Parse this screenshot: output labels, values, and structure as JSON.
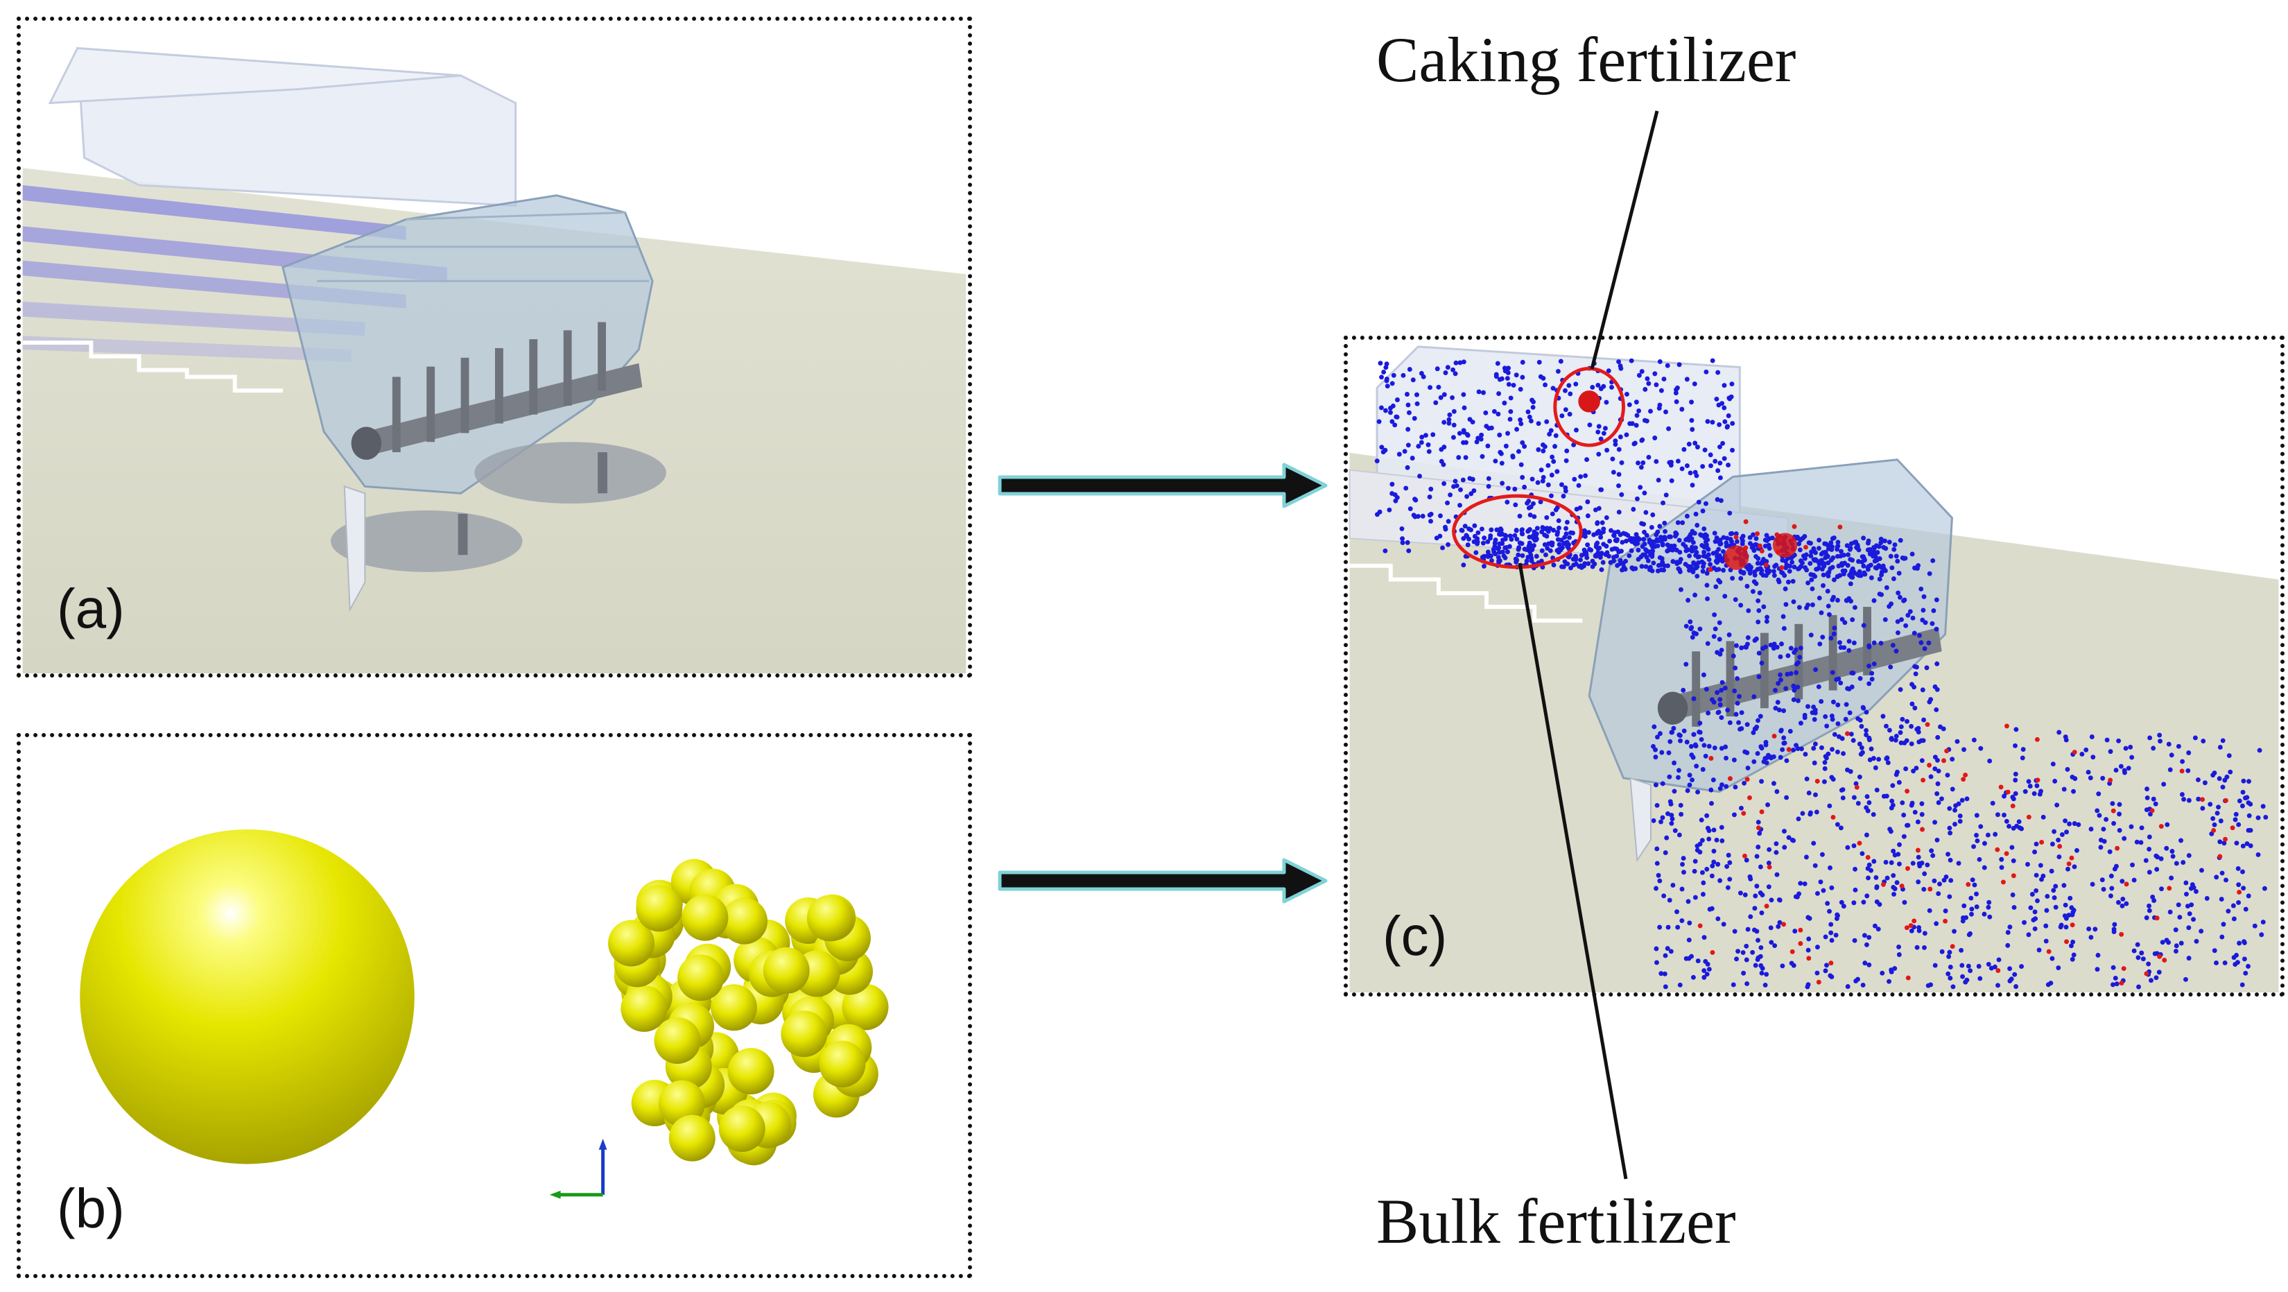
{
  "panels": {
    "a": {
      "label": "(a)"
    },
    "b": {
      "label": "(b)"
    },
    "c": {
      "label": "(c)"
    }
  },
  "annotations": {
    "caking": "Caking fertilizer",
    "bulk": "Bulk fertilizer"
  },
  "colors": {
    "floor": "#dcdccc",
    "housing": "#b4c8dc",
    "blue_particles": "#1a1adc",
    "red_particles": "#e01818",
    "yellow_sphere": "#e6e600",
    "circle_highlight": "#e41b1b",
    "arrow_fill": "#111111",
    "arrow_outline": "#7fd2d8"
  }
}
